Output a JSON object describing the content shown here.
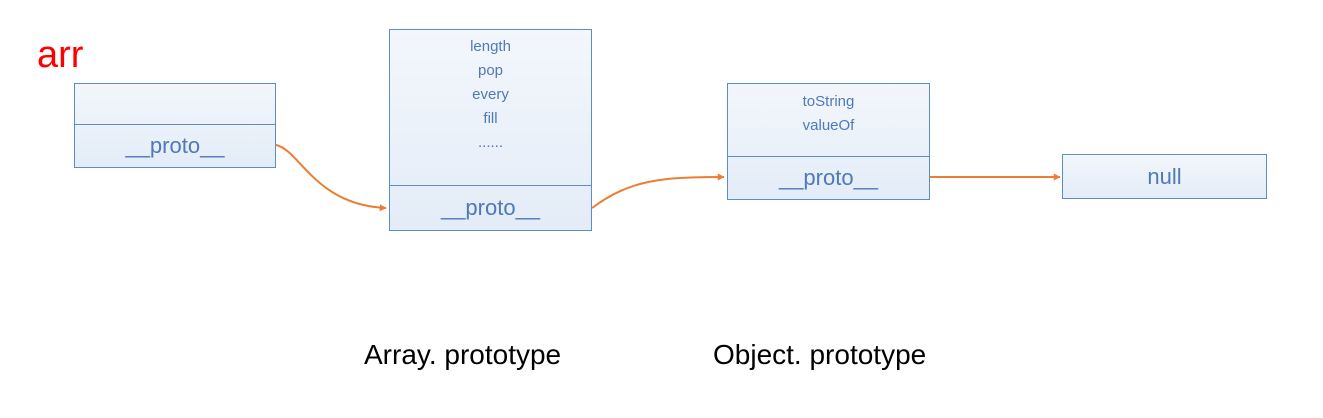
{
  "arr_box": {
    "label": "arr",
    "proto_label": "__proto__"
  },
  "array_prototype_box": {
    "properties": [
      "length",
      "pop",
      "every",
      "fill",
      "......"
    ],
    "proto_label": "__proto__",
    "caption": "Array. prototype"
  },
  "object_prototype_box": {
    "properties": [
      "toString",
      "valueOf"
    ],
    "proto_label": "__proto__",
    "caption": "Object. prototype"
  },
  "null_box": {
    "label": "null"
  },
  "colors": {
    "box_border": "#5b8ec7",
    "box_text": "#4f79b8",
    "arrow": "#ed7d31",
    "variable_label": "#ff0000"
  }
}
